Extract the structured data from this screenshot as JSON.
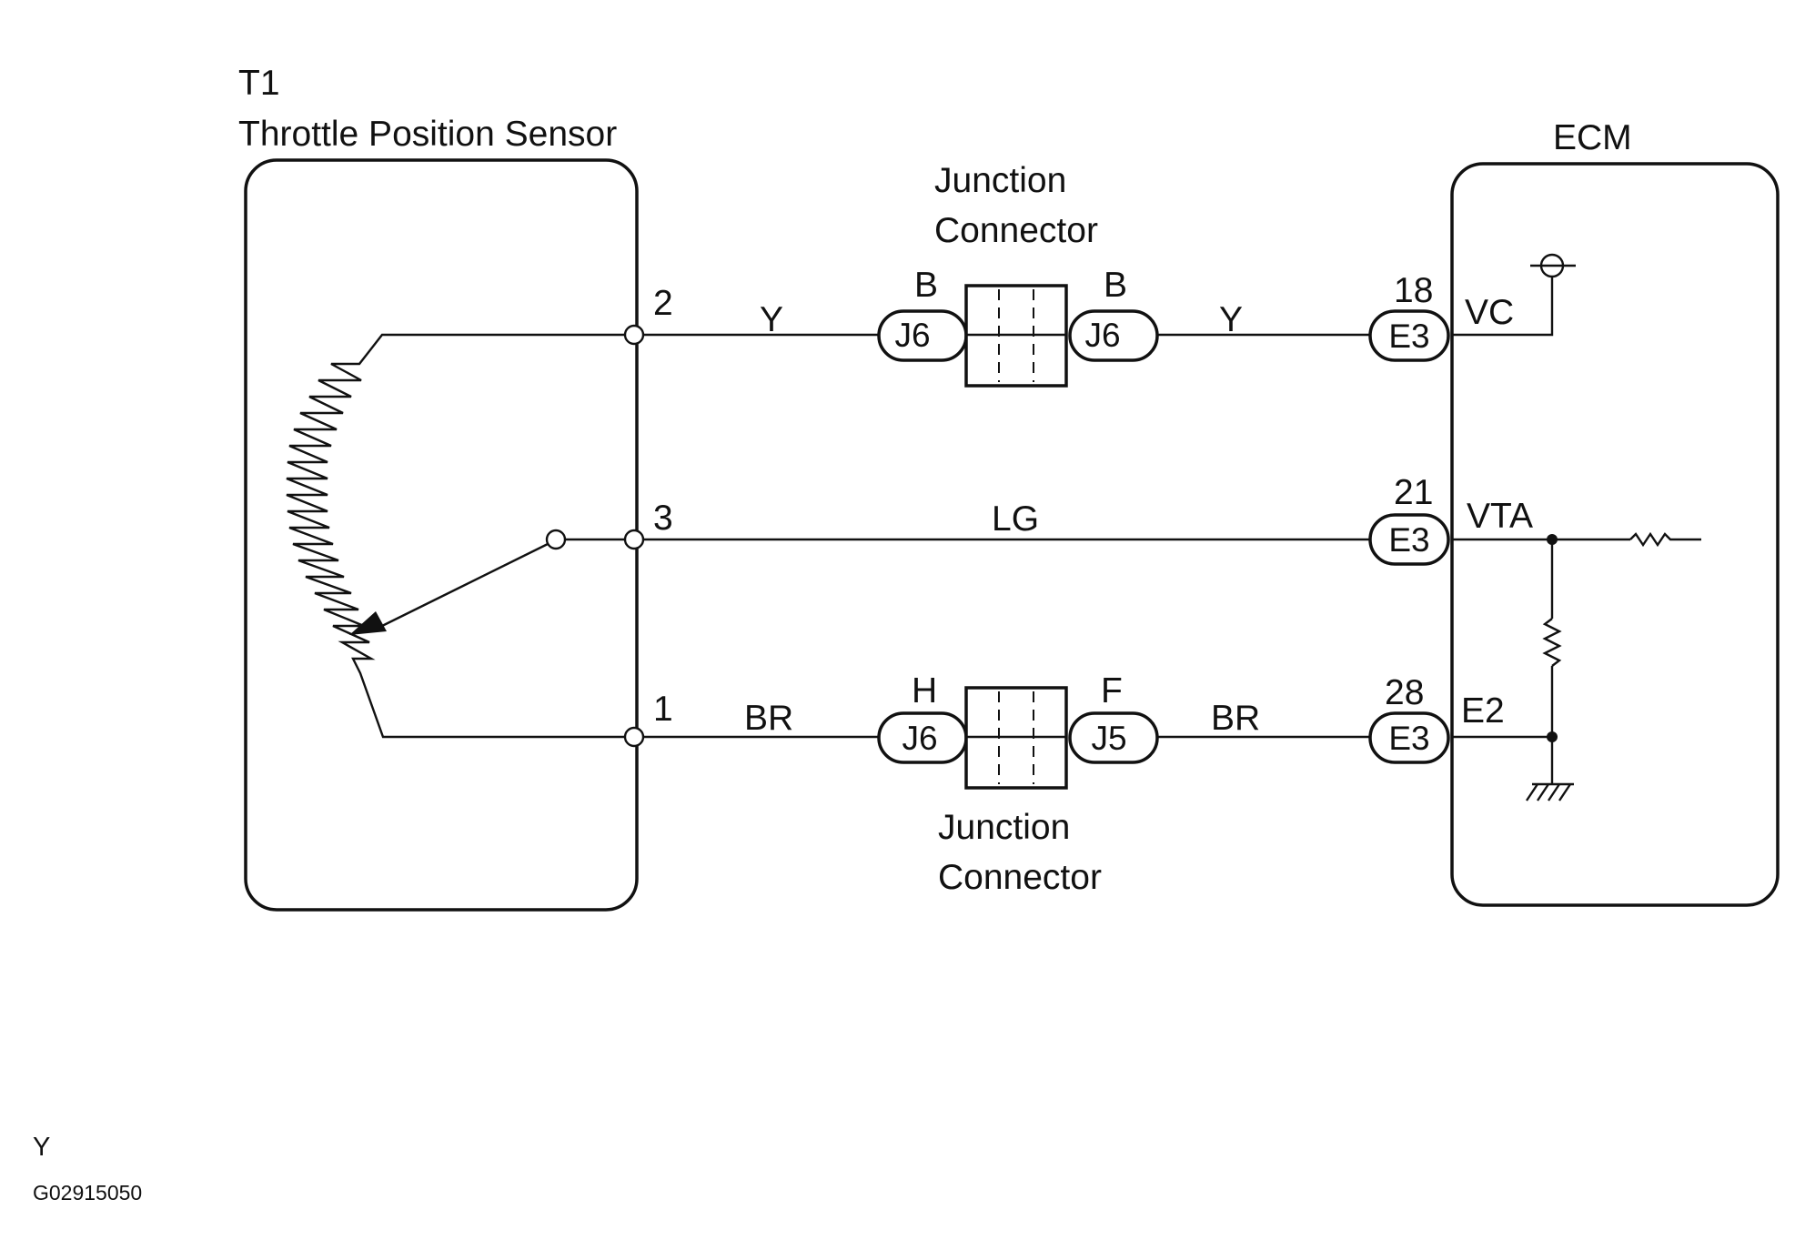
{
  "sensor": {
    "id": "T1",
    "name": "Throttle Position Sensor",
    "pins": [
      "2",
      "3",
      "1"
    ]
  },
  "ecm": {
    "name": "ECM",
    "pins": [
      {
        "number": "18",
        "connector": "E3",
        "terminal": "VC"
      },
      {
        "number": "21",
        "connector": "E3",
        "terminal": "VTA"
      },
      {
        "number": "28",
        "connector": "E3",
        "terminal": "E2"
      }
    ]
  },
  "junction_top": {
    "label_line1": "Junction",
    "label_line2": "Connector",
    "left_pin": "B",
    "left_connector": "J6",
    "right_pin": "B",
    "right_connector": "J6"
  },
  "junction_bottom": {
    "label_line1": "Junction",
    "label_line2": "Connector",
    "left_pin": "H",
    "left_connector": "J6",
    "right_pin": "F",
    "right_connector": "J5"
  },
  "wires": {
    "top_left": "Y",
    "top_right": "Y",
    "middle": "LG",
    "bottom_left": "BR",
    "bottom_right": "BR"
  },
  "footer": {
    "line1": "Y",
    "code": "G02915050"
  }
}
